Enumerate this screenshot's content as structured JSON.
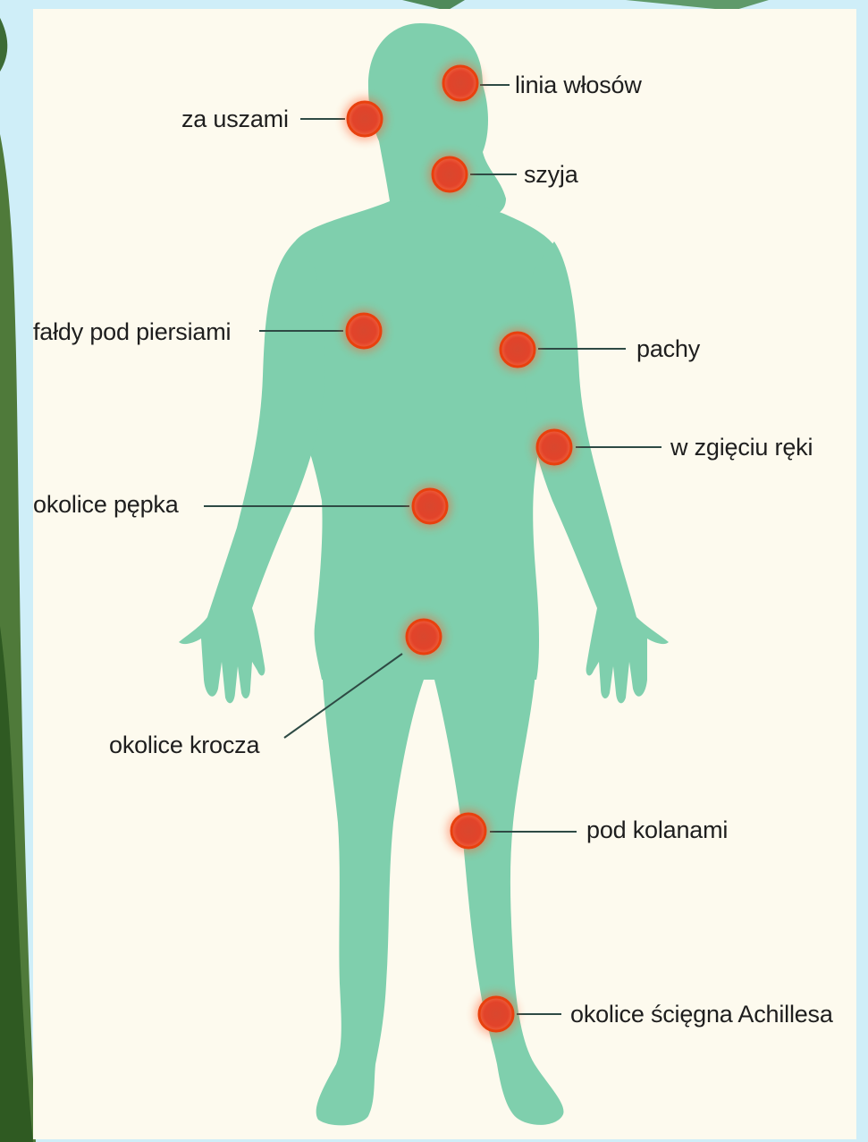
{
  "colors": {
    "body_fill": "#7fcfad",
    "spot_fill": "#e2432a",
    "spot_ring": "#e8400e",
    "panel_bg": "#fdfaee",
    "leader_line": "#2e4a44",
    "label_text": "#1e1e1e"
  },
  "labels": {
    "hairline": "linia włosów",
    "behind_ears": "za uszami",
    "neck": "szyja",
    "under_breasts": "fałdy pod piersiami",
    "armpits": "pachy",
    "elbow_bend": "w zgięciu ręki",
    "navel_area": "okolice pępka",
    "groin_area": "okolice krocza",
    "behind_knees": "pod kolanami",
    "achilles_area": "okolice ścięgna Achillesa"
  }
}
